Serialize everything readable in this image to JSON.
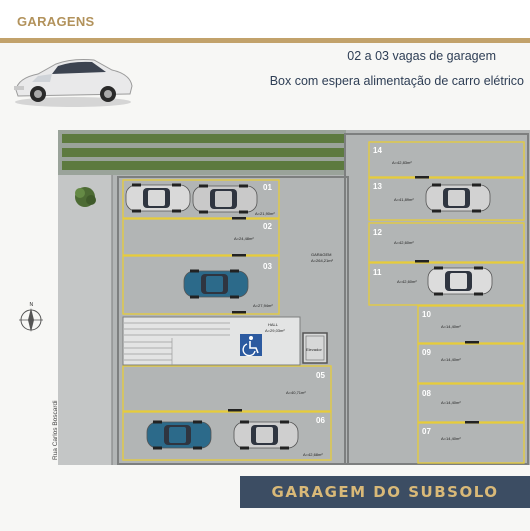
{
  "header": {
    "title": "GARAGENS",
    "line1": "02 a 03 vagas de garagem",
    "line2": "Box com espera alimentação de carro elétrico",
    "accent_color": "#c2a26b",
    "text_color": "#2e3e55"
  },
  "plan": {
    "street_name": "Rua Carlos Boscardi",
    "compass_label": "N",
    "garage_label": "GARAGEM",
    "garage_area": "A=264,21m²",
    "hall_label": "HALL",
    "hall_area": "A=29,03m²",
    "elevator_label": "Elevador",
    "accessibility_icon": "wheelchair-icon",
    "slots": [
      {
        "number": "01",
        "area": "A=21,90m²"
      },
      {
        "number": "02",
        "area": "A=24,48m²"
      },
      {
        "number": "03",
        "area": "A=27,94m²"
      },
      {
        "number": "05",
        "area": "A=40,71m²"
      },
      {
        "number": "06",
        "area": "A=42,68m²"
      },
      {
        "number": "14",
        "area": "A=42,83m²"
      },
      {
        "number": "13",
        "area": "A=41,89m²"
      },
      {
        "number": "12",
        "area": "A=42,60m²"
      },
      {
        "number": "11",
        "area": "A=42,60m²"
      },
      {
        "number": "10",
        "area": "A=14,40m²"
      },
      {
        "number": "09",
        "area": "A=14,40m²"
      },
      {
        "number": "08",
        "area": "A=14,40m²"
      },
      {
        "number": "07",
        "area": "A=14,40m²"
      }
    ]
  },
  "footer": {
    "banner": "GARAGEM DO SUBSOLO",
    "banner_bg": "#3c4d63",
    "banner_fg": "#d9b978"
  }
}
